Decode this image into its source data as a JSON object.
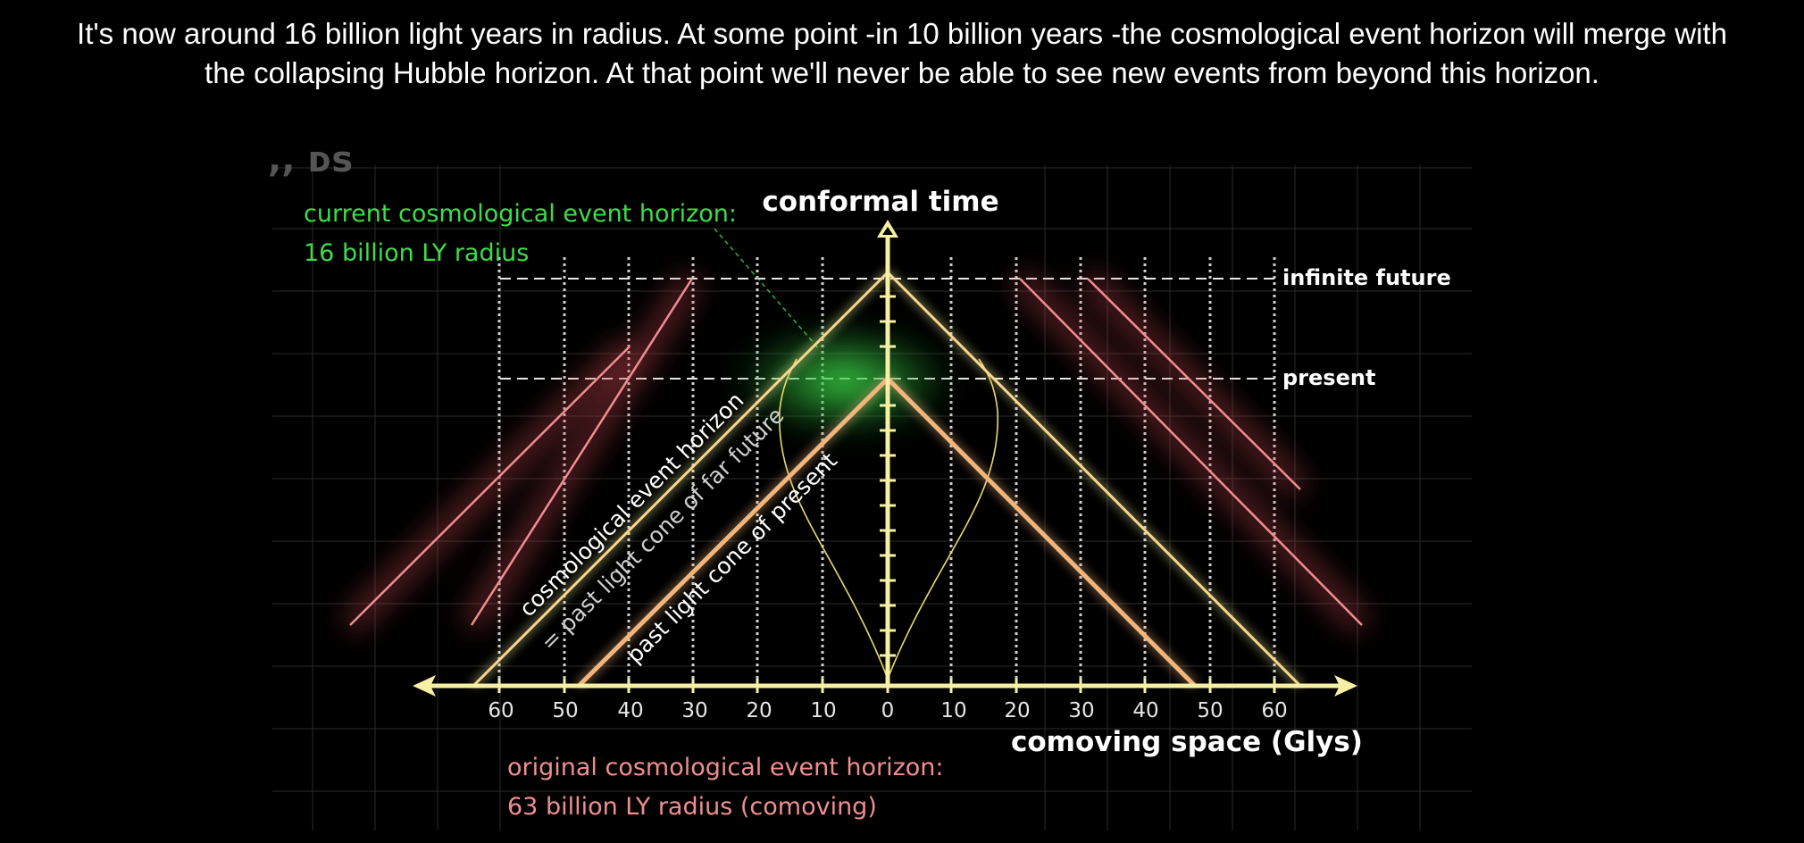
{
  "caption": {
    "line1": "It's now around 16 billion light years in radius. At some point -in 10 billion years -the cosmological event horizon will merge with",
    "line2": "the collapsing Hubble horizon. At that point we'll never be able to see new events from beyond this horizon."
  },
  "diagram": {
    "corner_fragment": ",, ᴅs",
    "y_axis_title": "conformal time",
    "x_axis_title": "comoving space (Glys)",
    "x_ticks_left": [
      "60",
      "50",
      "40",
      "30",
      "20",
      "10"
    ],
    "x_tick_zero": "0",
    "x_ticks_right": [
      "10",
      "20",
      "30",
      "40",
      "50",
      "60"
    ],
    "infinite_future_label": "infinite future",
    "present_label": "present",
    "current_horizon_line1": "current cosmological event horizon:",
    "current_horizon_line2": "16 billion LY radius",
    "original_horizon_line1": "original cosmological event horizon:",
    "original_horizon_line2": "63 billion LY radius (comoving)",
    "event_horizon_label": "cosmological event horizon",
    "far_future_label": "= past light cone of far future",
    "present_cone_label": "past light cone of present",
    "colors": {
      "green": "#3fdc4a",
      "pink": "#e88a8a",
      "yellow": "#f3ec9a",
      "orange": "#f1b57e",
      "white": "#ffffff"
    }
  }
}
